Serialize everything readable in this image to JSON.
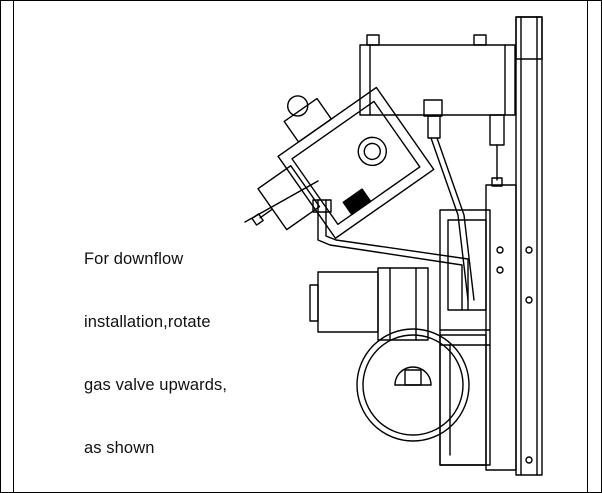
{
  "callout": {
    "lines": [
      "For downflow",
      "installation,rotate",
      "gas valve upwards,",
      "as shown"
    ]
  },
  "colors": {
    "line": "#000000",
    "background": "#ffffff"
  }
}
